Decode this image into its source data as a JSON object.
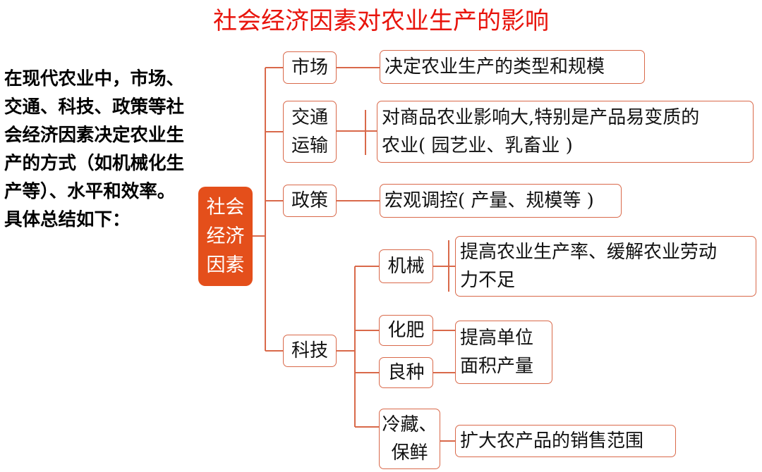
{
  "title": "社会经济因素对农业生产的影响",
  "intro": "在现代农业中，市场、交通、科技、政策等社会经济因素决定农业生产的方式（如机械化生产等）、水平和效率。具体总结如下：",
  "root": {
    "line1": "社会",
    "line2": "经济",
    "line3": "因素"
  },
  "branches": {
    "market": {
      "label": "市场",
      "desc": "决定农业生产的类型和规模"
    },
    "transport": {
      "label_line1": "交通",
      "label_line2": "运输",
      "desc_line1": "对商品农业影响大,特别是产品易变质的",
      "desc_line2": "农业( 园艺业、乳畜业 )"
    },
    "policy": {
      "label": "政策",
      "desc": "宏观调控( 产量、规模等 )"
    },
    "tech": {
      "label": "科技",
      "machinery": {
        "label": "机械",
        "desc_line1": "提高农业生产率、缓解农业劳动",
        "desc_line2": "力不足"
      },
      "fertilizer": {
        "label": "化肥"
      },
      "seeds": {
        "label": "良种"
      },
      "yield_desc": {
        "line1": "提高单位",
        "line2": "面积产量"
      },
      "cold_storage": {
        "label_line1": "冷藏、",
        "label_line2": "保鲜",
        "desc": "扩大农产品的销售范围"
      }
    }
  },
  "colors": {
    "title": "#e8140c",
    "root_fill": "#e44f1b",
    "line": "#d9694a"
  }
}
